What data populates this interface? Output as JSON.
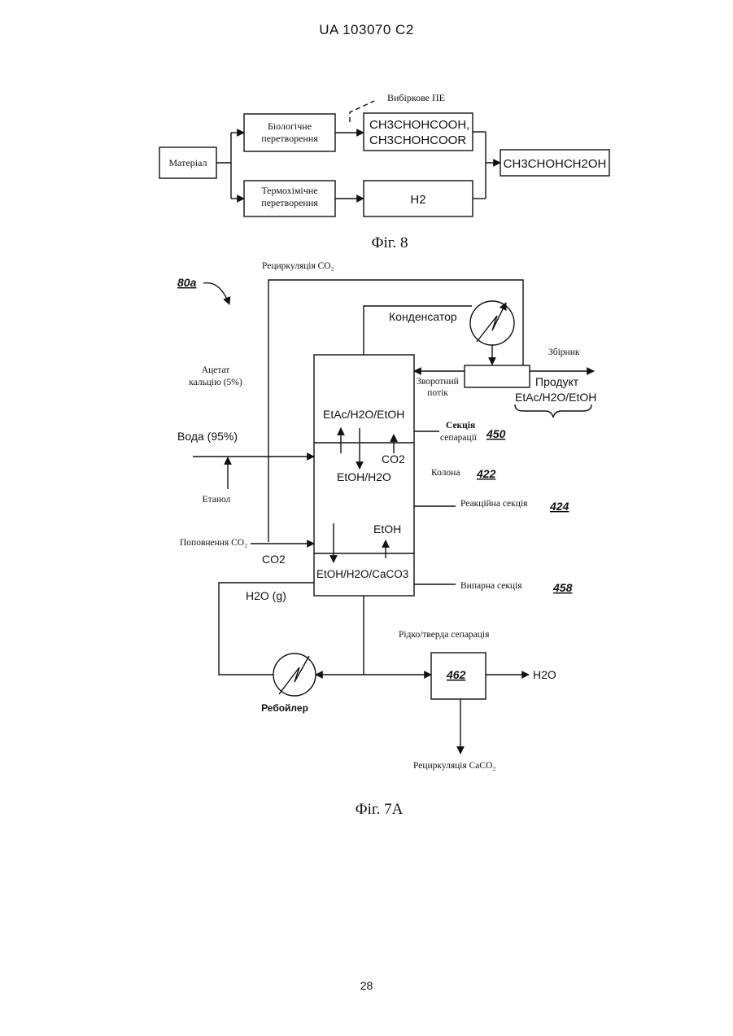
{
  "header": {
    "doc_id": "UA   103070   C2"
  },
  "page_number": "28",
  "fig8": {
    "caption": "Фіг. 8",
    "material": "Матеріал",
    "bio_line1": "Біологічне",
    "bio_line2": "перетворення",
    "thermo_line1": "Термохімічне",
    "thermo_line2": "перетворення",
    "selective": "Вибіркове ПЕ",
    "acid_line1": "CH3CHOHCOOH,",
    "acid_line2": "CH3CHOHCOOR",
    "h2": "H2",
    "product": "CH3CHOHCH2OH"
  },
  "fig7a": {
    "caption": "Фіг. 7А",
    "ref_80a": "80a",
    "co2_recycle": "Рециркуляція CO₂",
    "condenser": "Конденсатор",
    "collector": "Збірник",
    "ca_acetate_line1": "Ацетат",
    "ca_acetate_line2": "кальцію (5%)",
    "reflux_line1": "Зворотний",
    "reflux_line2": "потік",
    "product_label": "Продукт",
    "product_formula": "EtAc/H2O/EtOH",
    "water": "Вода  (95%)",
    "ethanol_feed": "Етанол",
    "sep_formula": "EtAc/H2O/EtOH",
    "sep_co2": "CO2",
    "sep_section_line1": "Секція",
    "sep_section_line2": "сепарації",
    "ref_450": "450",
    "mid_formula": "EtOH/H2O",
    "column": "Колона",
    "ref_422": "422",
    "reaction_section": "Реакційна секція",
    "ref_424": "424",
    "etoh": "EtOH",
    "co2_makeup": "Поповнення CO₂",
    "co2_in": "CO2",
    "bottom_formula": "EtOH/H2O/CaCO3",
    "evap_section": "Випарна секція",
    "ref_458": "458",
    "h2o_g": "H2O (g)",
    "liq_solid_sep": "Рідко/тверда сепарація",
    "ref_462": "462",
    "h2o_out": "H2O",
    "reboiler": "Ребойлер",
    "caco3_recycle": "Рециркуляція CaCO₂"
  }
}
